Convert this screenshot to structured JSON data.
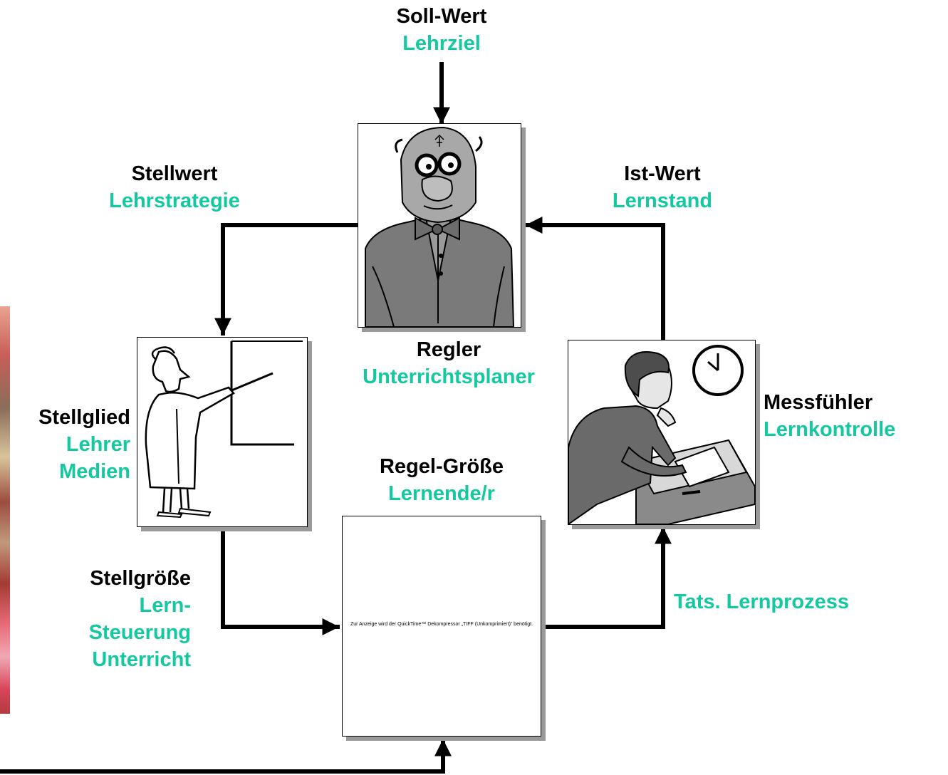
{
  "colors": {
    "label_black": "#000000",
    "label_green": "#14c8a0",
    "line": "#000000",
    "frame_shadow": "#9a9a9a"
  },
  "soll_wert": {
    "title": "Soll-Wert",
    "subtitle": "Lehrziel"
  },
  "stellwert": {
    "title": "Stellwert",
    "subtitle": "Lehrstrategie"
  },
  "ist_wert": {
    "title": "Ist-Wert",
    "subtitle": "Lernstand"
  },
  "regler": {
    "title": "Regler",
    "subtitle": "Unterrichtsplaner",
    "icon": "professor-icon"
  },
  "stellglied": {
    "title": "Stellglied",
    "line1": "Lehrer",
    "line2": "Medien",
    "icon": "teacher-at-board-icon"
  },
  "messfuehler": {
    "title": "Messfühler",
    "subtitle": "Lernkontrolle",
    "icon": "student-test-clock-icon"
  },
  "regel_groesse": {
    "title": "Regel-Größe",
    "subtitle": "Lernende/r",
    "placeholder_text": "Zur Anzeige wird der QuickTime™ Dekompressor „TIFF (Unkomprimiert)“ benötigt."
  },
  "stellgroesse": {
    "title": "Stellgröße",
    "line1": "Lern-",
    "line2": "Steuerung",
    "line3": "Unterricht"
  },
  "tats_lernprozess": {
    "label": "Tats. Lernprozess"
  }
}
